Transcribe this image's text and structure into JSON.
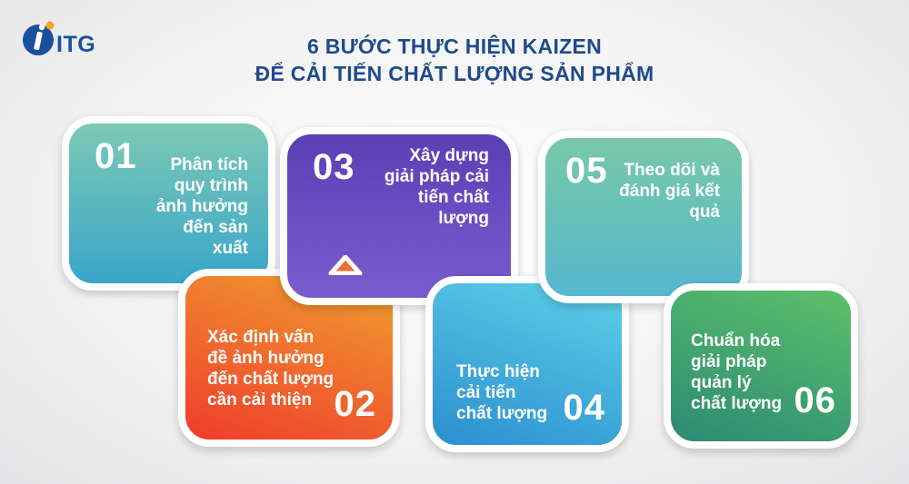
{
  "brand": {
    "name": "ITG",
    "primary_color": "#1b4f9c",
    "accent_color": "#f5a623"
  },
  "title": {
    "line1": "6 BƯỚC THỰC HIỆN KAIZEN",
    "line2": "ĐỂ CẢI TIẾN CHẤT LƯỢNG SẢN PHẨM"
  },
  "steps": [
    {
      "number": "01",
      "lines": [
        "Phân tích",
        "quy trình",
        "ảnh hưởng",
        "đến sản",
        "xuất"
      ],
      "colors": [
        "#3aa6c9",
        "#7cc9b5"
      ]
    },
    {
      "number": "02",
      "lines": [
        "Xác định vấn",
        "đề ảnh hưởng",
        "đến chất lượng",
        "cần cải thiện"
      ],
      "colors": [
        "#f0a030",
        "#ef3c2c"
      ]
    },
    {
      "number": "03",
      "lines": [
        "Xây dựng",
        "giải pháp cải",
        "tiến chất",
        "lượng"
      ],
      "colors": [
        "#5a3fb5",
        "#7b5ccf"
      ]
    },
    {
      "number": "04",
      "lines": [
        "Thực hiện",
        "cải tiến",
        "chất lượng"
      ],
      "colors": [
        "#2b8fd0",
        "#5fd0e8"
      ]
    },
    {
      "number": "05",
      "lines": [
        "Theo dõi và",
        "đánh giá kết",
        "quả"
      ],
      "colors": [
        "#78c9a6",
        "#56b7ce"
      ]
    },
    {
      "number": "06",
      "lines": [
        "Chuẩn hóa",
        "giải pháp",
        "quản lý",
        "chất lượng"
      ],
      "colors": [
        "#2b8a74",
        "#5ec06a"
      ]
    }
  ]
}
